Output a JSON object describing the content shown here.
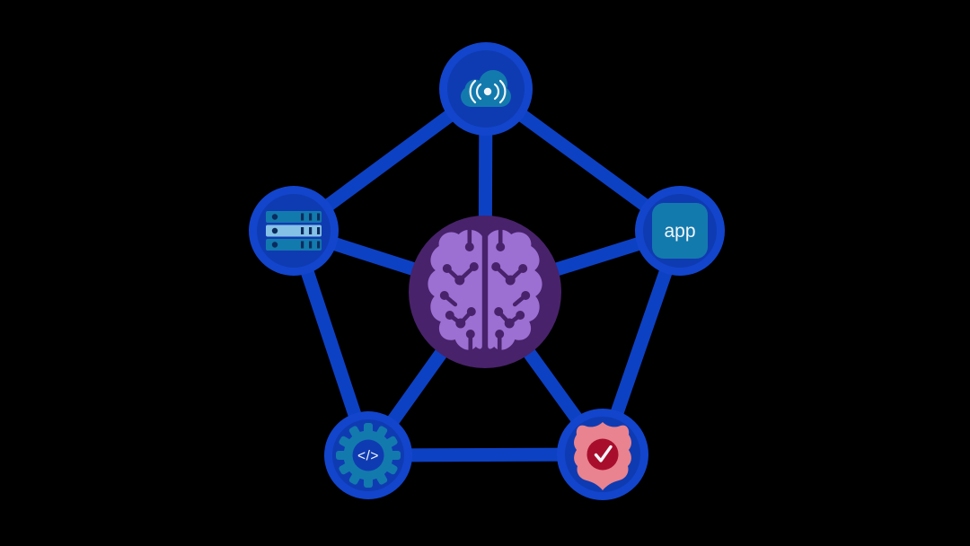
{
  "background": "#000000",
  "colors": {
    "background": "#000000",
    "line_blue": "#0D41C4",
    "node_blue": "#1245CC",
    "node_inner_blue": "#0F3BB2",
    "icon_teal": "#137AAD",
    "server_bar_light": "#85C1E6",
    "server_detail_dark": "#0A2B5E",
    "brain_bg": "#48226A",
    "brain_fill": "#9C6FD2",
    "shield_pink": "#E8838F",
    "shield_red": "#A80E2B",
    "icon_white": "#F2F6FB"
  },
  "diagram": {
    "type": "hub-and-spoke pentagon network",
    "center": {
      "id": "ai-brain",
      "icon": "brain-circuit-icon"
    },
    "nodes": [
      {
        "id": "cloud",
        "icon": "cloud-signal-icon"
      },
      {
        "id": "server",
        "icon": "server-rack-icon"
      },
      {
        "id": "app",
        "icon": "app-square-icon",
        "label": "app"
      },
      {
        "id": "code",
        "icon": "gear-code-icon",
        "label": "</>"
      },
      {
        "id": "security",
        "icon": "shield-check-icon"
      }
    ],
    "edges": [
      [
        "cloud",
        "server"
      ],
      [
        "cloud",
        "app"
      ],
      [
        "server",
        "code"
      ],
      [
        "app",
        "security"
      ],
      [
        "code",
        "security"
      ]
    ],
    "spokes": [
      [
        "ai-brain",
        "cloud"
      ],
      [
        "ai-brain",
        "server"
      ],
      [
        "ai-brain",
        "app"
      ],
      [
        "ai-brain",
        "code"
      ],
      [
        "ai-brain",
        "security"
      ]
    ]
  }
}
